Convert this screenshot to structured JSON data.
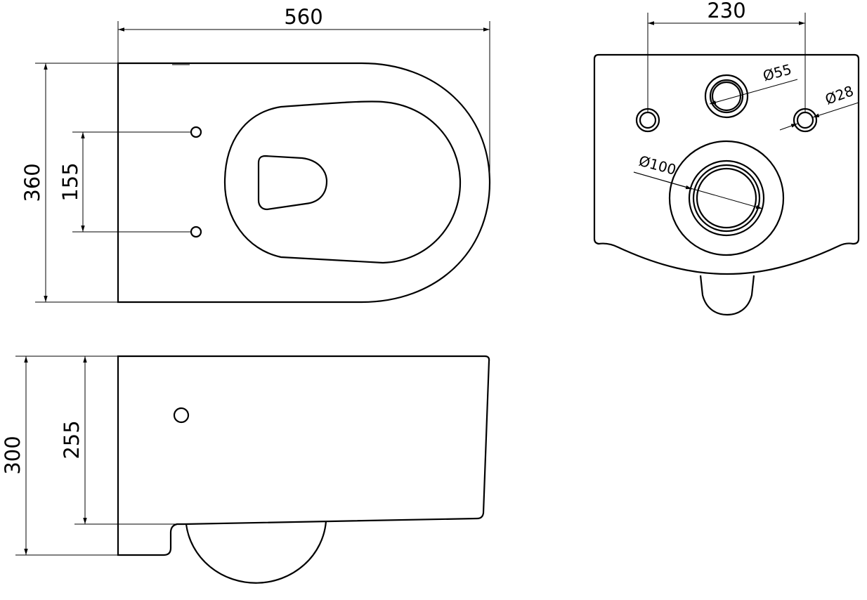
{
  "drawing": {
    "top_view": {
      "width_label": "560",
      "depth_label": "360",
      "bolt_spacing_label": "155"
    },
    "side_view": {
      "height_label": "300",
      "rim_height_label": "255"
    },
    "back_view": {
      "bolt_spacing_label": "230",
      "water_inlet_label": "Ø55",
      "bolt_hole_label": "Ø28",
      "outlet_label": "Ø100"
    },
    "line_color": "#000000"
  }
}
